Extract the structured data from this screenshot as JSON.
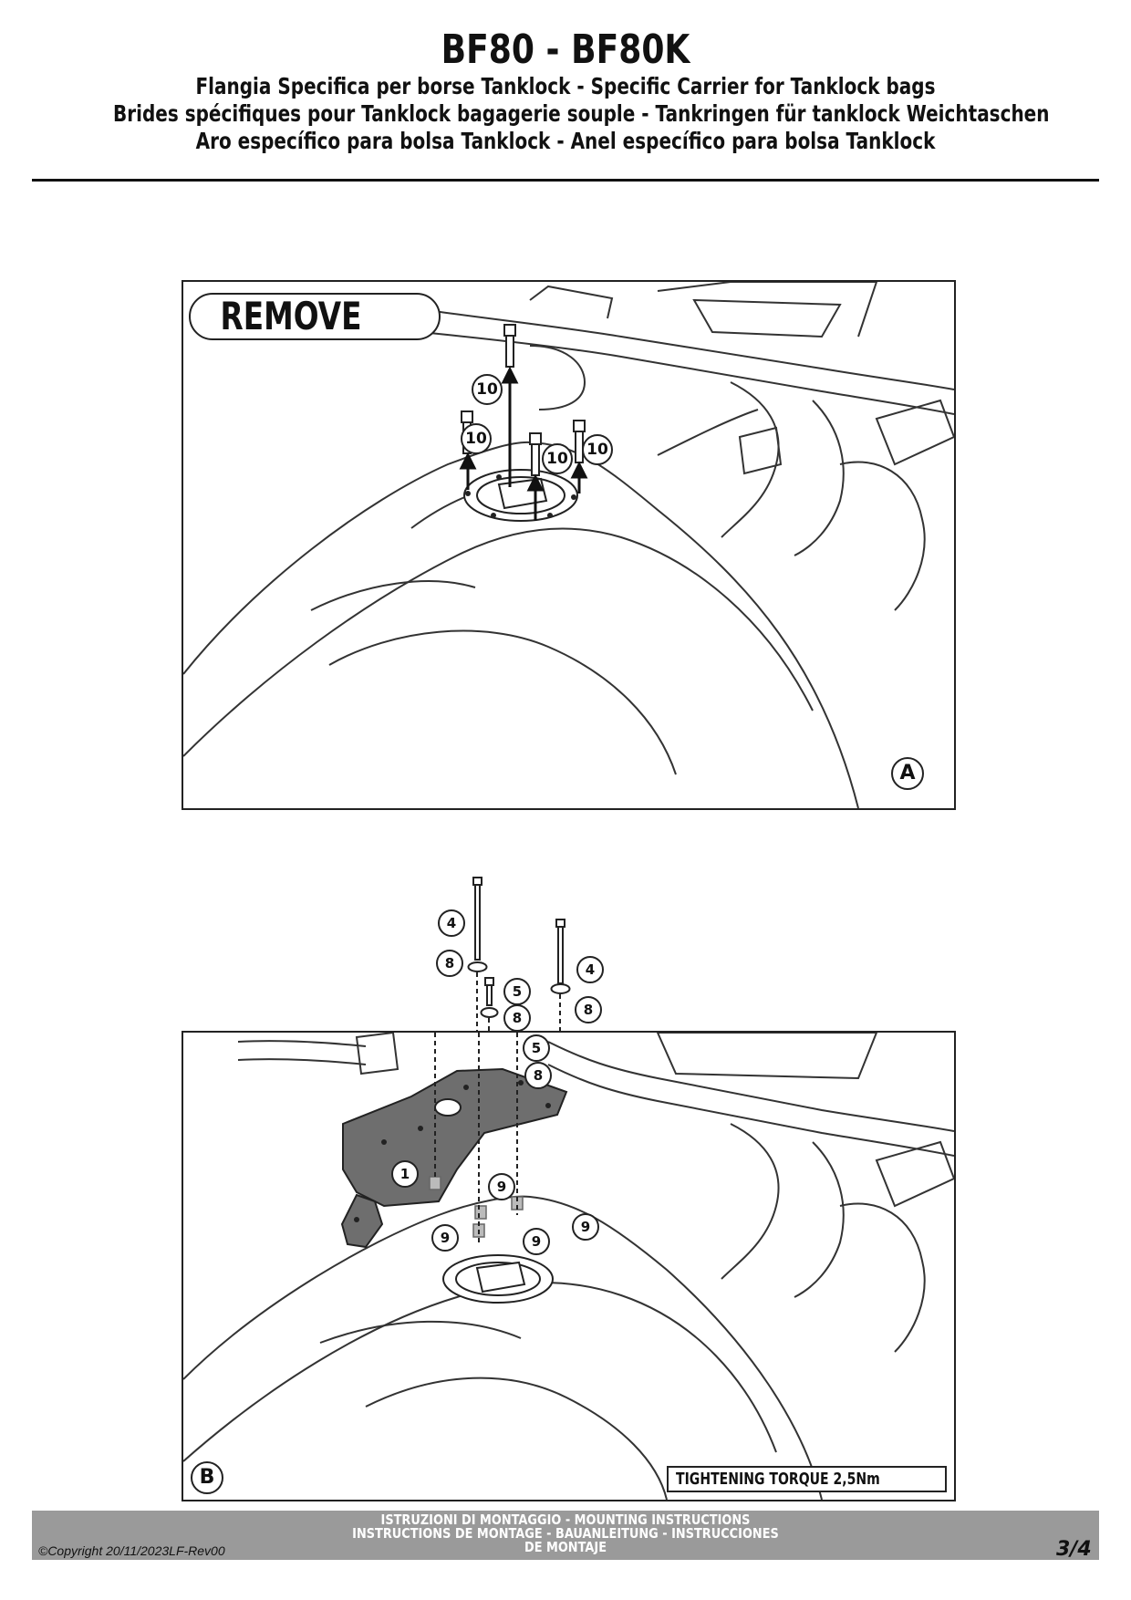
{
  "header": {
    "title": "BF80 - BF80K",
    "lines": [
      "Flangia Specifica per borse Tanklock - Specific Carrier for Tanklock bags",
      "Brides spécifiques pour Tanklock bagagerie souple - Tankringen für tanklock Weichtaschen",
      "Aro específico para bolsa Tanklock - Anel específico para bolsa Tanklock"
    ]
  },
  "figure_a": {
    "label": "A",
    "remove_label": "REMOVE",
    "callouts": [
      "10",
      "10",
      "10",
      "10"
    ]
  },
  "figure_b": {
    "label": "B",
    "callouts_top": [
      "4",
      "8",
      "5",
      "8",
      "4",
      "8",
      "5",
      "8"
    ],
    "callouts_parts": [
      "1",
      "9",
      "9",
      "9",
      "9"
    ],
    "torque_note": "TIGHTENING TORQUE 2,5Nm"
  },
  "footer": {
    "lines": [
      "ISTRUZIONI DI MONTAGGIO  -  MOUNTING INSTRUCTIONS",
      "INSTRUCTIONS DE MONTAGE - BAUANLEITUNG - INSTRUCCIONES",
      "DE MONTAJE"
    ],
    "copyright": "©Copyright 20/11/2023LF-Rev00",
    "page": "3/4"
  }
}
